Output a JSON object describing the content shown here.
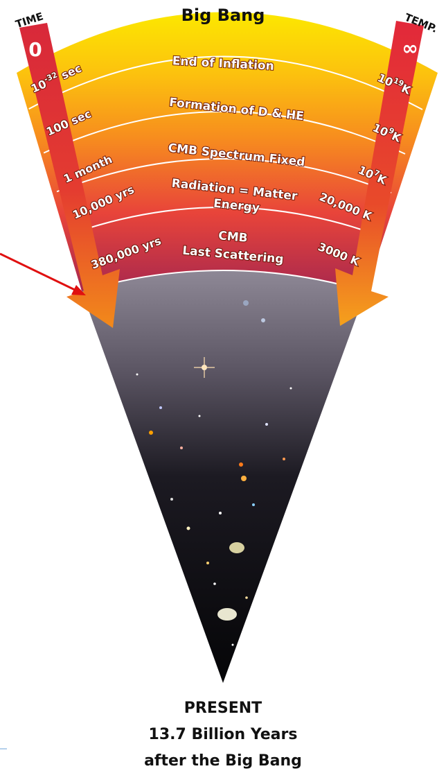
{
  "title": "Big Bang",
  "time_header": "TIME",
  "temp_header": "TEMP.",
  "time_start": "0",
  "temp_start": "∞",
  "bands": [
    {
      "label": "End of Inflation"
    },
    {
      "label": "Formation of D & HE"
    },
    {
      "label": "CMB Spectrum Fixed"
    },
    {
      "label": "Radiation = Matter",
      "label2": "Energy"
    },
    {
      "label": "CMB",
      "label2": "Last Scattering"
    }
  ],
  "times": [
    {
      "base": "10",
      "sup": "-32",
      "tail": " sec"
    },
    {
      "base": "100 sec",
      "sup": "",
      "tail": ""
    },
    {
      "base": "1 month",
      "sup": "",
      "tail": ""
    },
    {
      "base": "10,000 yrs",
      "sup": "",
      "tail": ""
    },
    {
      "base": "380,000 yrs",
      "sup": "",
      "tail": ""
    }
  ],
  "temps": [
    {
      "base": "10",
      "sup": "19",
      "tail": "K"
    },
    {
      "base": "10",
      "sup": "9",
      "tail": "K"
    },
    {
      "base": "10",
      "sup": "7",
      "tail": "K"
    },
    {
      "base": "20,000 K",
      "sup": "",
      "tail": ""
    },
    {
      "base": "3000 K",
      "sup": "",
      "tail": ""
    }
  ],
  "present": {
    "line1": "PRESENT",
    "line2": "13.7 Billion Years",
    "line3": "after the Big Bang"
  },
  "colors": {
    "band_top": "#fcd800",
    "band_mid": "#f78d1e",
    "band_bottom": "#d8303c",
    "time_bar": "#d82a38",
    "temp_bar": "#e2283a",
    "arrow": "#f7a81b",
    "pointer": "#e01010",
    "space_top": "#8e8896",
    "space_bottom": "#050507"
  }
}
